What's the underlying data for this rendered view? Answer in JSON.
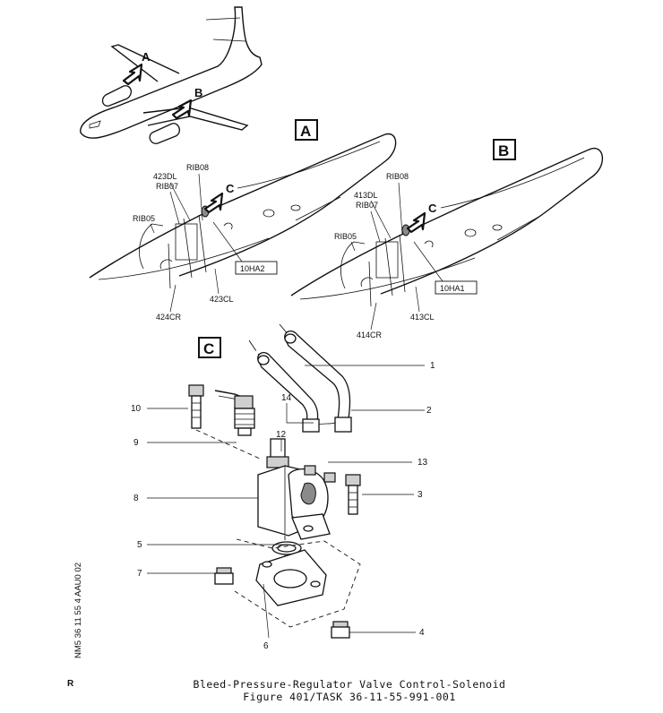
{
  "views": {
    "a": {
      "box_label": "A",
      "callout": "10HA2",
      "ribs": [
        "RIB08",
        "423DL",
        "RIB07",
        "RIB05"
      ],
      "frames": [
        "424CR",
        "423CL"
      ],
      "arrow": "C"
    },
    "b": {
      "box_label": "B",
      "callout": "10HA1",
      "ribs": [
        "RIB08",
        "413DL",
        "RIB07",
        "RIB05"
      ],
      "frames": [
        "414CR",
        "413CL"
      ],
      "arrow": "C"
    },
    "c": {
      "box_label": "C"
    }
  },
  "aircraft": {
    "arrow_a": "A",
    "arrow_b": "B"
  },
  "items": [
    "1",
    "2",
    "3",
    "4",
    "5",
    "6",
    "7",
    "8",
    "9",
    "10",
    "12",
    "13",
    "14"
  ],
  "side_code": "NM5 36 11 55 4 AAU0 02",
  "revision_mark": "R",
  "caption": {
    "title": "Bleed-Pressure-Regulator Valve Control-Solenoid",
    "figure": "Figure 401/TASK 36-11-55-991-001"
  }
}
